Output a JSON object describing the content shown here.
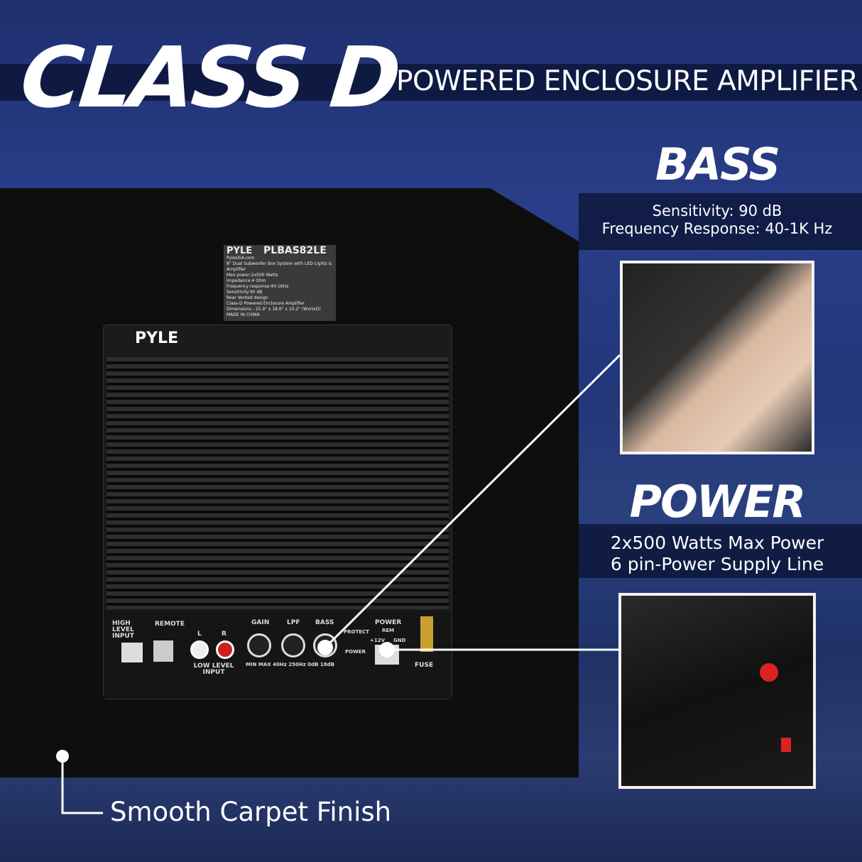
{
  "header": {
    "title": "CLASS D",
    "subtitle": "POWERED ENCLOSURE AMPLIFIER"
  },
  "bass": {
    "heading": "BASS",
    "lines": [
      "Sensitivity: 90 dB",
      "Frequency Response: 40-1K Hz"
    ]
  },
  "power": {
    "heading": "POWER",
    "lines": [
      "2x500 Watts Max Power",
      "6 pin-Power Supply Line"
    ]
  },
  "sticker": {
    "brand": "PYLE",
    "site": "PyleUSA.com",
    "model": "PLBAS82LE",
    "specs": [
      "8\" Dual Subwoofer Box System with LED Lights & Amplifier",
      "Max power:2x500 Watts",
      "Impedance:4 Ohm",
      "Frequency response:40-1KHz",
      "Sensitivity:90 dB",
      "Rear Vented design",
      "Class-D Powered Enclosure Amplifier",
      "Dimensions : 25.9\" x 18.6\" x 10.2\" (WxHxD)",
      "MADE IN CHINA"
    ]
  },
  "amp": {
    "brand": "PYLE",
    "labels": {
      "high": "HIGH LEVEL INPUT",
      "remote": "REMOTE",
      "low": "LOW LEVEL INPUT",
      "gain": "GAIN",
      "lpf": "LPF",
      "bass": "BASS",
      "protect": "PROTECT",
      "pwr": "POWER",
      "power": "POWER",
      "fuse": "FUSE",
      "min": "MIN",
      "max": "MAX",
      "f1": "40Hz",
      "f2": "250Hz",
      "d1": "0dB",
      "d2": "18dB",
      "rem": "REM",
      "v12": "+12V",
      "gnd": "GND",
      "l": "L",
      "r": "R"
    }
  },
  "callout": {
    "caption": "Smooth Carpet Finish"
  },
  "colors": {
    "background": "#22367a",
    "band": "#0a1232",
    "white": "#ffffff"
  }
}
